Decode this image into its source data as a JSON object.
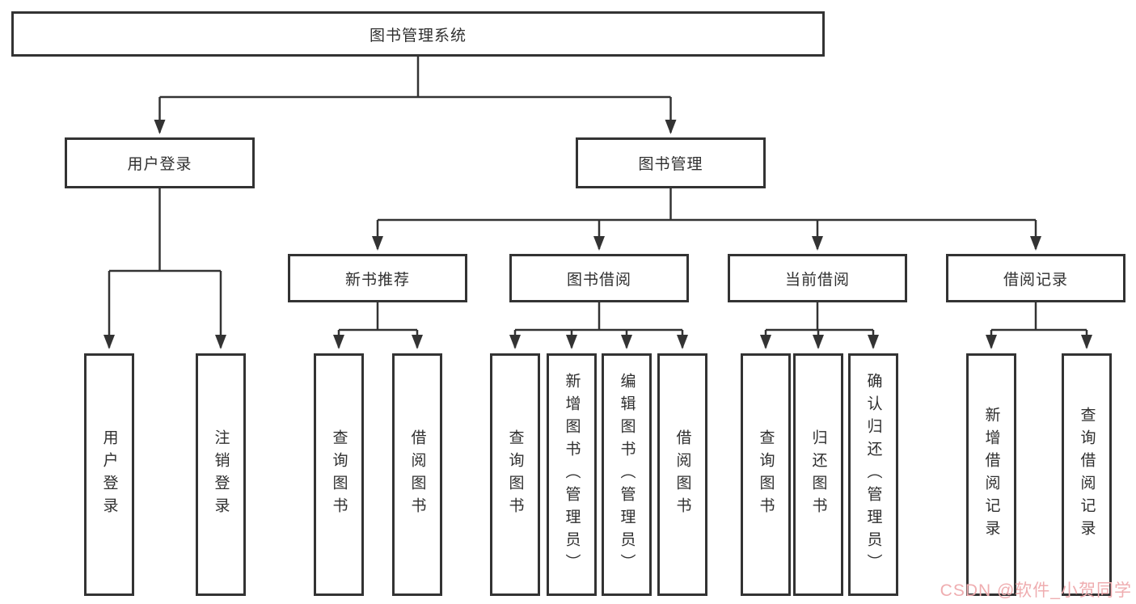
{
  "colors": {
    "line": "#333333",
    "box_border": "#333333",
    "text": "#2f2f2f",
    "background": "#ffffff",
    "watermark": "#efadb0"
  },
  "watermark": {
    "text": "CSDN @软件_小贺同学"
  },
  "tree": {
    "root": {
      "label": "图书管理系统",
      "children": [
        {
          "label": "用户登录",
          "children": [
            {
              "label": "用户登录"
            },
            {
              "label": "注销登录"
            }
          ]
        },
        {
          "label": "图书管理",
          "children": [
            {
              "label": "新书推荐",
              "children": [
                {
                  "label": "查询图书"
                },
                {
                  "label": "借阅图书"
                }
              ]
            },
            {
              "label": "图书借阅",
              "children": [
                {
                  "label": "查询图书"
                },
                {
                  "label": "新增图书（管理员）"
                },
                {
                  "label": "编辑图书（管理员）"
                },
                {
                  "label": "借阅图书"
                }
              ]
            },
            {
              "label": "当前借阅",
              "children": [
                {
                  "label": "查询图书"
                },
                {
                  "label": "归还图书"
                },
                {
                  "label": "确认归还（管理员）"
                }
              ]
            },
            {
              "label": "借阅记录",
              "children": [
                {
                  "label": "新增借阅记录"
                },
                {
                  "label": "查询借阅记录"
                }
              ]
            }
          ]
        }
      ]
    }
  }
}
